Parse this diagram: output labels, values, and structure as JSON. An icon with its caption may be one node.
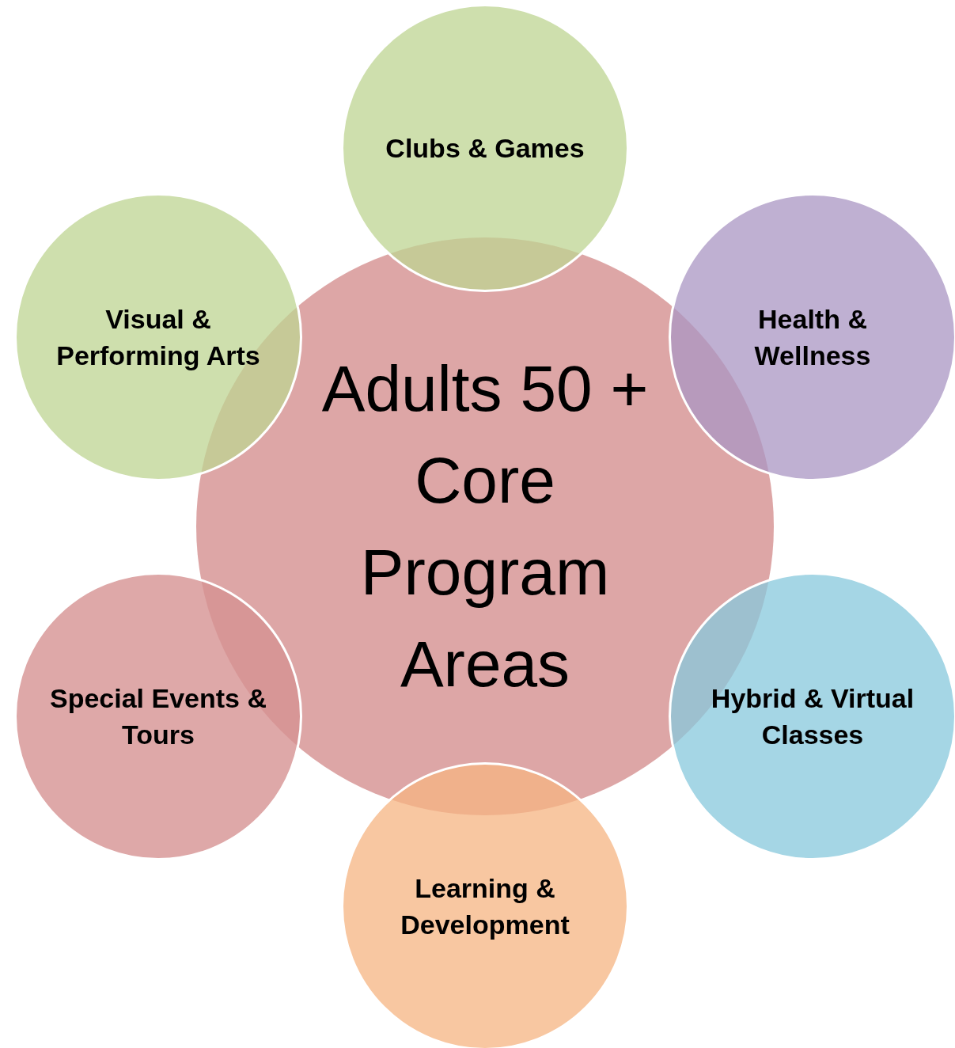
{
  "diagram": {
    "nodes": [
      {
        "text": [
          "Adults 50 + Core Program Areas"
        ]
      },
      {
        "text": [
          "Clubs & Games"
        ]
      },
      {
        "text": [
          "Visual & Performing Arts"
        ]
      },
      {
        "text": [
          "Health & Wellness"
        ]
      },
      {
        "text": [
          "Special Events & Tours"
        ]
      },
      {
        "text": [
          "Hybrid & Virtual Classes"
        ]
      },
      {
        "text": [
          "Learning & Development"
        ]
      }
    ]
  }
}
